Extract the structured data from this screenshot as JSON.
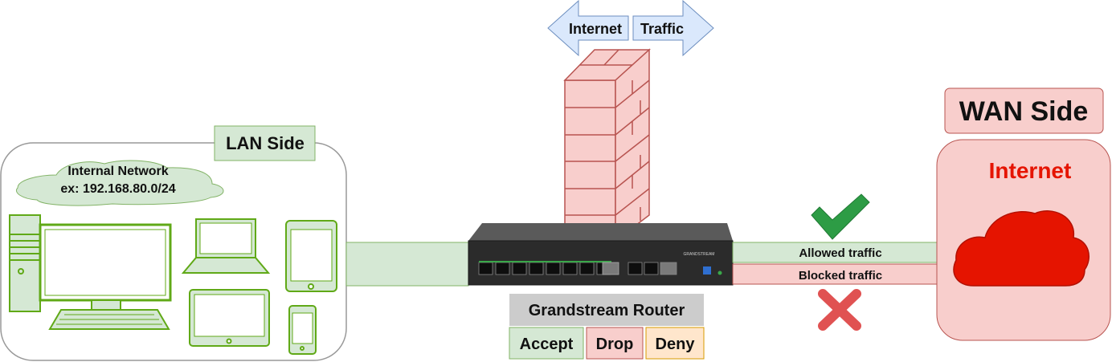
{
  "traffic_arrows": {
    "left": "Internet",
    "right": "Traffic"
  },
  "lan": {
    "title": "LAN Side",
    "cloud_line1": "Internal Network",
    "cloud_line2": "ex: 192.168.80.0/24"
  },
  "wan": {
    "title": "WAN Side",
    "internet_label": "Internet",
    "cloud_icon": "cloud-icon"
  },
  "router": {
    "title": "Grandstream Router",
    "brand": "GRANDSTREAM",
    "actions": [
      "Accept",
      "Drop",
      "Deny"
    ]
  },
  "links": {
    "allowed": "Allowed traffic",
    "blocked": "Blocked traffic"
  },
  "icons": {
    "allowed": "checkmark-icon",
    "blocked": "cross-icon",
    "firewall": "brick-wall-icon",
    "devices": [
      "desktop-computer-icon",
      "laptop-icon",
      "tablet-icon",
      "monitor-icon",
      "phone-icon"
    ]
  },
  "colors": {
    "green_fill": "#d5e8d4",
    "green_stroke": "#82b366",
    "red_fill": "#f8cecc",
    "red_stroke": "#b85450",
    "orange_fill": "#ffe6cc",
    "orange_stroke": "#d79b00",
    "blue_fill": "#dae8fc",
    "blue_stroke": "#6c8ebf",
    "internet_red": "#e51400",
    "grey": "#cccccc",
    "device_green": "#60a917"
  }
}
